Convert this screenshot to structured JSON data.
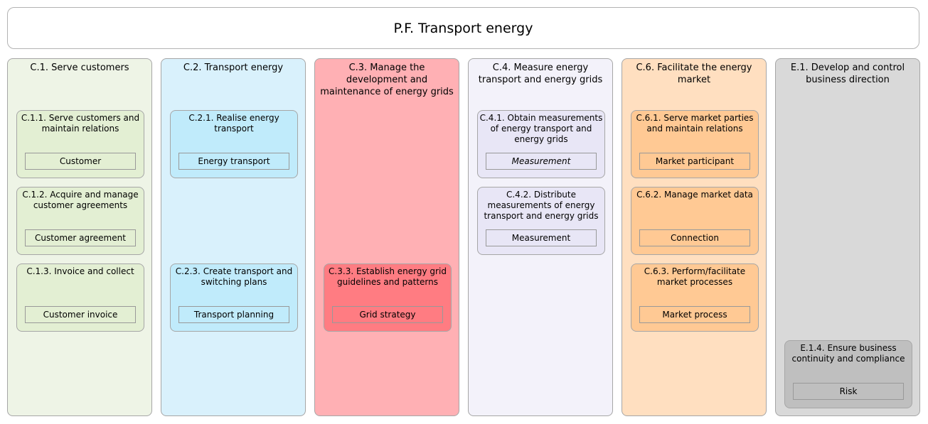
{
  "diagram": {
    "title": "P.F. Transport energy",
    "columns": [
      {
        "id": "c1",
        "title": "C.1. Serve customers",
        "capabilities": [
          {
            "title": "C.1.1. Serve customers and maintain relations",
            "object": "Customer"
          },
          {
            "title": "C.1.2. Acquire and manage customer agreements",
            "object": "Customer agreement"
          },
          {
            "title": "C.1.3. Invoice and collect",
            "object": "Customer invoice"
          }
        ]
      },
      {
        "id": "c2",
        "title": "C.2. Transport energy",
        "capabilities": [
          {
            "title": "C.2.1. Realise energy transport",
            "object": "Energy transport"
          },
          {
            "title": "C.2.3. Create transport and switching plans",
            "object": "Transport planning"
          }
        ]
      },
      {
        "id": "c3",
        "title": "C.3. Manage the development and maintenance of energy grids",
        "capabilities": [
          {
            "title": "C.3.3. Establish energy grid guidelines and patterns",
            "object": "Grid strategy"
          }
        ]
      },
      {
        "id": "c4",
        "title": "C.4. Measure energy transport and energy grids",
        "capabilities": [
          {
            "title": "C.4.1. Obtain measurements of energy transport and energy grids",
            "object": "Measurement"
          },
          {
            "title": "C.4.2. Distribute measurements of energy transport and energy grids",
            "object": "Measurement"
          }
        ]
      },
      {
        "id": "c6",
        "title": "C.6. Facilitate the energy market",
        "capabilities": [
          {
            "title": "C.6.1. Serve market parties and maintain relations",
            "object": "Market participant"
          },
          {
            "title": "C.6.2. Manage market data",
            "object": "Connection"
          },
          {
            "title": "C.6.3. Perform/facilitate market processes",
            "object": "Market process"
          }
        ]
      },
      {
        "id": "e1",
        "title": "E.1. Develop and control business direction",
        "capabilities": [
          {
            "title": "E.1.4. Ensure business continuity and compliance",
            "object": "Risk"
          }
        ]
      }
    ]
  }
}
